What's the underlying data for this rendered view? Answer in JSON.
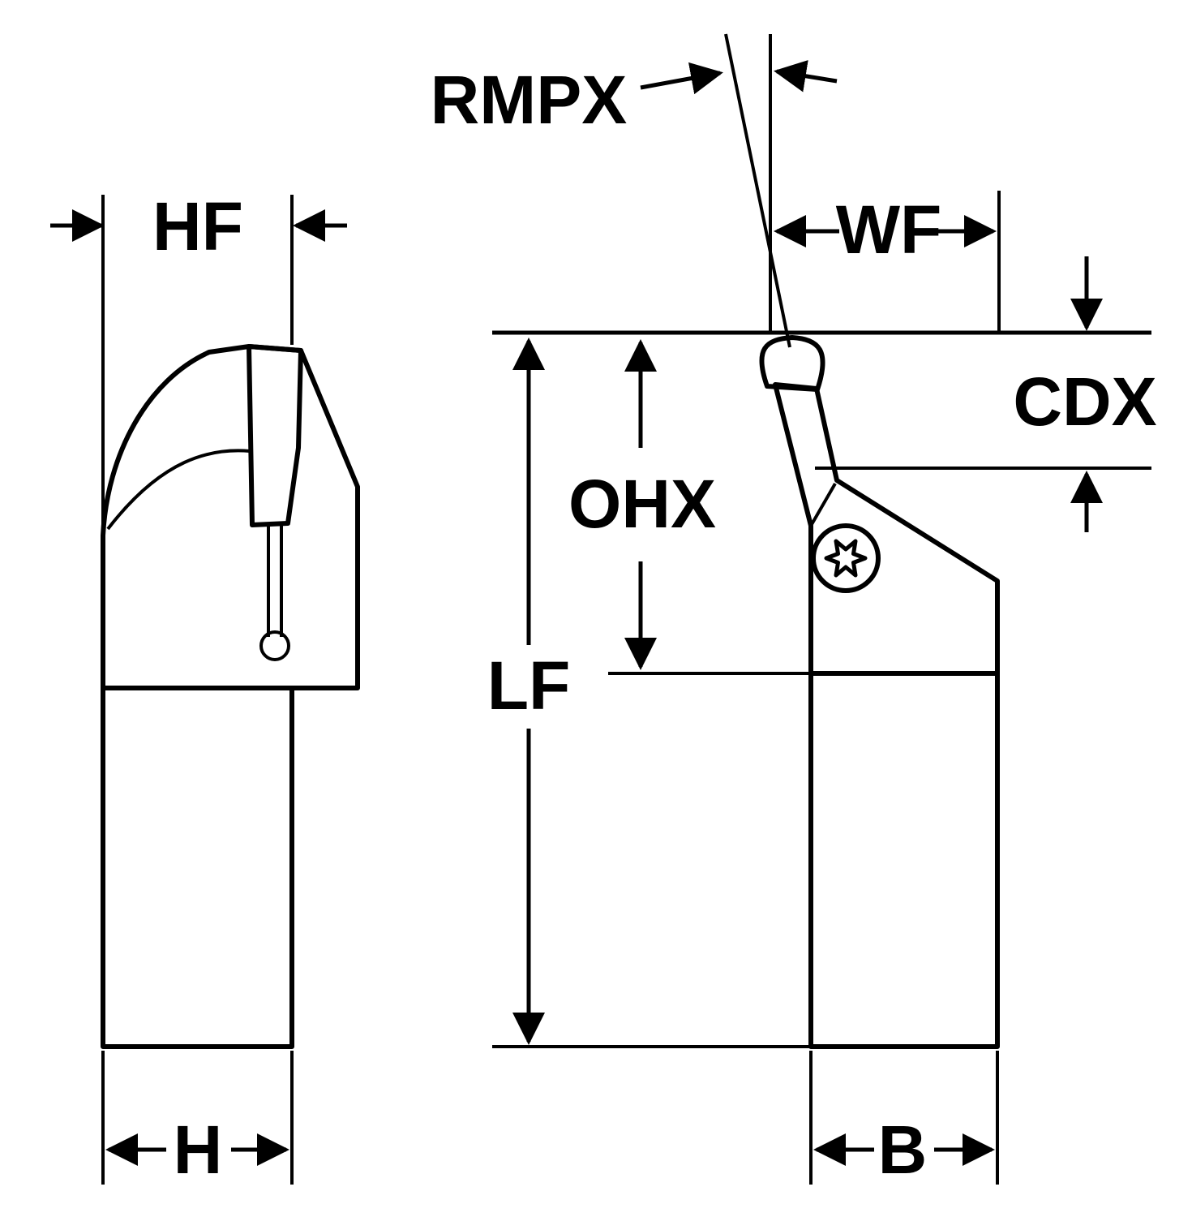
{
  "diagram": {
    "kind": "tool-holder-dimension-drawing",
    "labels": {
      "rmpx": "RMPX",
      "hf": "HF",
      "wf": "WF",
      "cdx": "CDX",
      "ohx": "OHX",
      "lf": "LF",
      "h": "H",
      "b": "B"
    },
    "colors": {
      "background": "#ffffff",
      "body": "#a9c3d3",
      "insert": "#f5c500",
      "outline": "#000000",
      "hole": "#ffffff"
    }
  }
}
